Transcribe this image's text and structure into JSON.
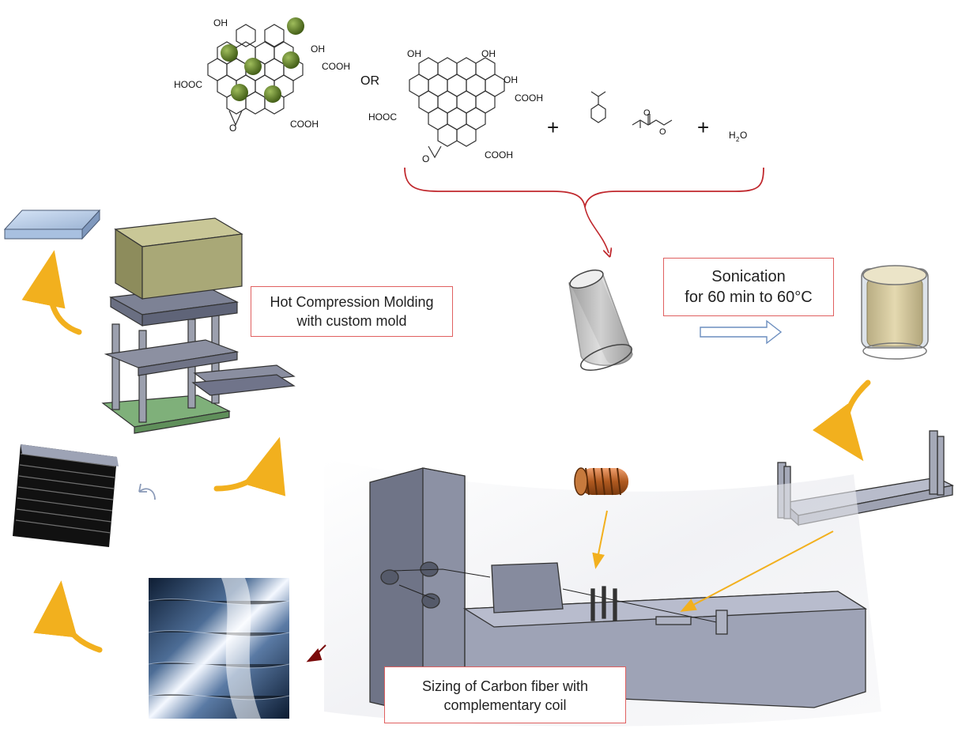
{
  "chem": {
    "oh": "OH",
    "cooh": "COOH",
    "hooc": "HOOC",
    "o": "O",
    "or": "OR",
    "plus": "+",
    "h2o_h": "H",
    "h2o_2": "2",
    "h2o_o": "O"
  },
  "labels": {
    "hot_line1": "Hot Compression Molding",
    "hot_line2": "with custom mold",
    "son_line1": "Sonication",
    "son_line2": "for 60 min to 60°C",
    "siz_line1": "Sizing of Carbon fiber with",
    "siz_line2": "complementary  coil"
  },
  "colors": {
    "flow_arrow": "#f2b01e",
    "bracket": "#c0282d",
    "label_border": "#e06060",
    "nanoparticle": "#4d6b1e",
    "press_top": "#a9a877",
    "press_base": "#7fb07a"
  }
}
